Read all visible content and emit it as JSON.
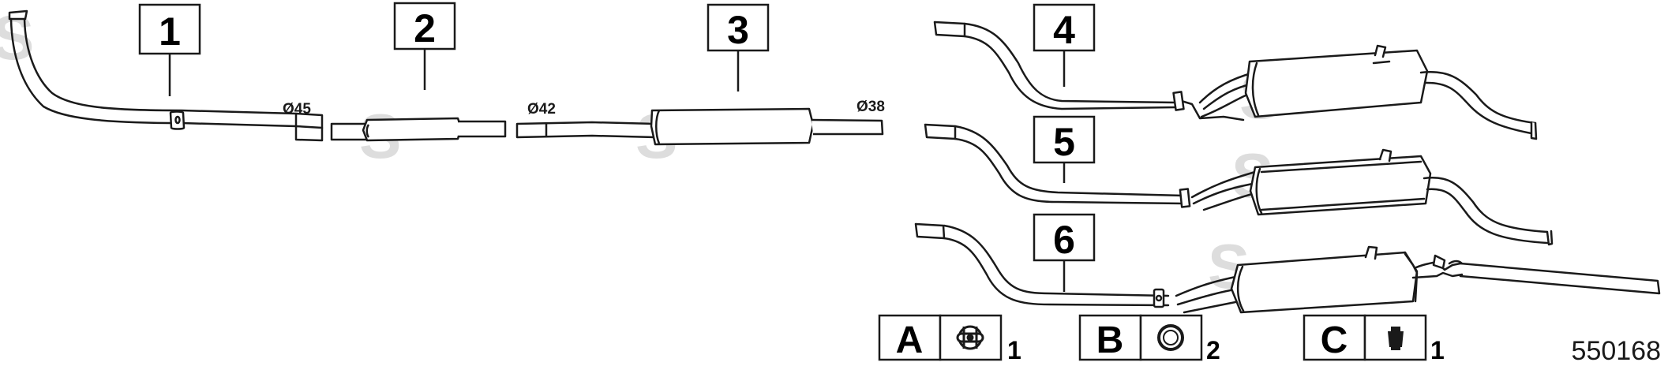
{
  "callouts": [
    {
      "label": "1"
    },
    {
      "label": "2"
    },
    {
      "label": "3"
    },
    {
      "label": "4"
    },
    {
      "label": "5"
    },
    {
      "label": "6"
    }
  ],
  "diameters": {
    "d45": "Ø45",
    "d42": "Ø42",
    "d38": "Ø38"
  },
  "accessories": [
    {
      "letter": "A",
      "qty": "1",
      "icon": "exhaust-hanger-icon"
    },
    {
      "letter": "B",
      "qty": "2",
      "icon": "rubber-ring-icon"
    },
    {
      "letter": "C",
      "qty": "1",
      "icon": "rubber-mount-icon"
    }
  ],
  "reference_number": "550168",
  "colors": {
    "stroke": "#1a1a1a",
    "watermark": "#dddddd",
    "fill": "#ffffff"
  }
}
